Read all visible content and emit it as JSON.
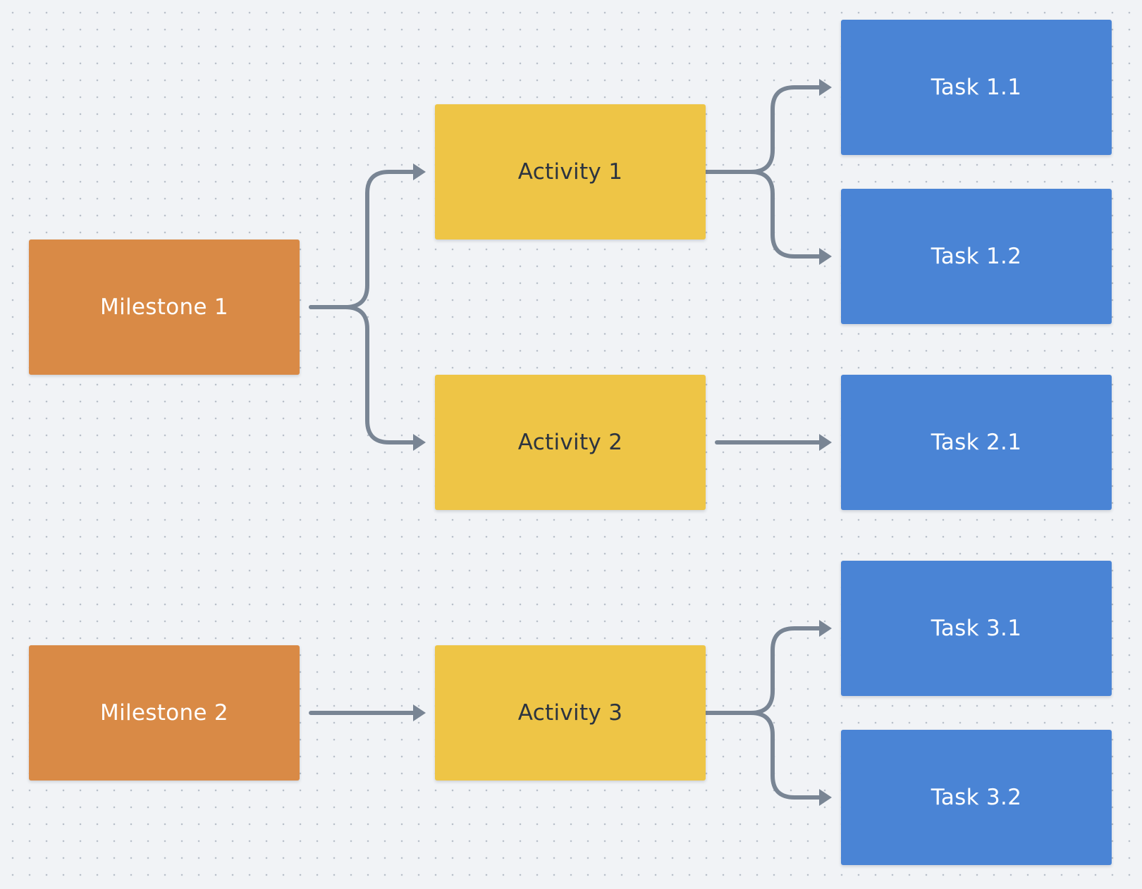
{
  "canvas": {
    "background": "#f1f3f6",
    "dot_color": "#b9c0ca"
  },
  "colors": {
    "milestone": "#d98a46",
    "activity": "#eec546",
    "task": "#4a84d5",
    "connector": "#798594"
  },
  "milestones": [
    {
      "label": "Milestone 1"
    },
    {
      "label": "Milestone 2"
    }
  ],
  "activities": [
    {
      "label": "Activity 1"
    },
    {
      "label": "Activity 2"
    },
    {
      "label": "Activity 3"
    }
  ],
  "tasks": [
    {
      "label": "Task 1.1"
    },
    {
      "label": "Task 1.2"
    },
    {
      "label": "Task 2.1"
    },
    {
      "label": "Task 3.1"
    },
    {
      "label": "Task 3.2"
    }
  ],
  "edges": [
    {
      "from": "Milestone 1",
      "to": "Activity 1"
    },
    {
      "from": "Milestone 1",
      "to": "Activity 2"
    },
    {
      "from": "Milestone 2",
      "to": "Activity 3"
    },
    {
      "from": "Activity 1",
      "to": "Task 1.1"
    },
    {
      "from": "Activity 1",
      "to": "Task 1.2"
    },
    {
      "from": "Activity 2",
      "to": "Task 2.1"
    },
    {
      "from": "Activity 3",
      "to": "Task 3.1"
    },
    {
      "from": "Activity 3",
      "to": "Task 3.2"
    }
  ]
}
